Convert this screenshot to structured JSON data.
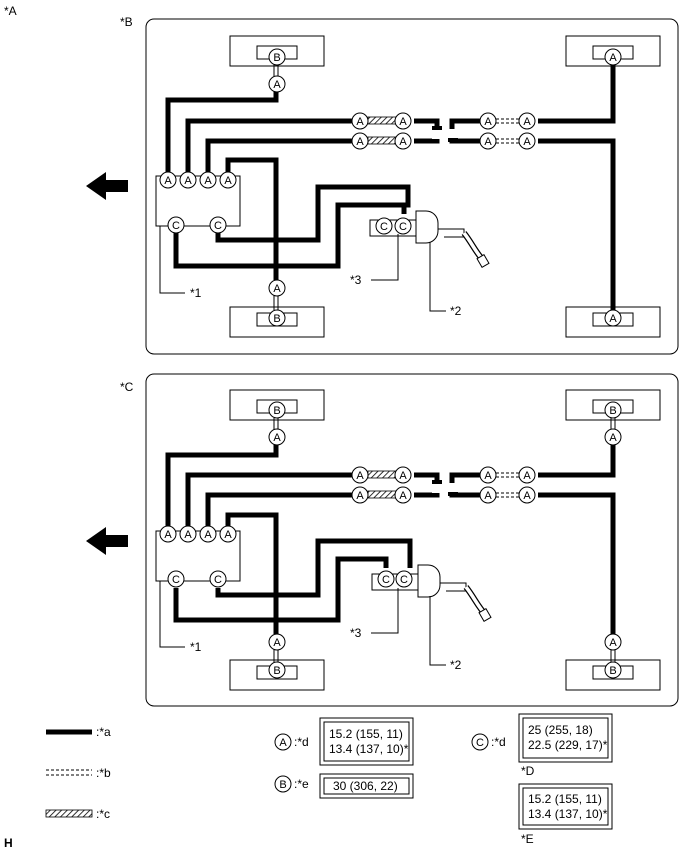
{
  "labels": {
    "fig_a": "*A",
    "fig_b": "*B",
    "fig_c": "*C",
    "n1": "*1",
    "n2": "*2",
    "n3": "*3",
    "corner": "H"
  },
  "connectors": {
    "a": "A",
    "b": "B",
    "c": "C"
  },
  "legend": {
    "line_a": ":*a",
    "line_b": ":*b",
    "line_c": ":*c",
    "a_suffix": ":*d",
    "b_suffix": ":*e",
    "c_suffix": ":*d",
    "torque_a_1": "15.2 (155, 11)",
    "torque_a_2": "13.4 (137, 10)*",
    "torque_b": "30 (306, 22)",
    "torque_c_1": "25 (255, 18)",
    "torque_c_2": "22.5 (229, 17)*",
    "torque_d_label": "*D",
    "torque_e_1": "15.2 (155, 11)",
    "torque_e_2": "13.4 (137, 10)*",
    "torque_e_label": "*E"
  }
}
